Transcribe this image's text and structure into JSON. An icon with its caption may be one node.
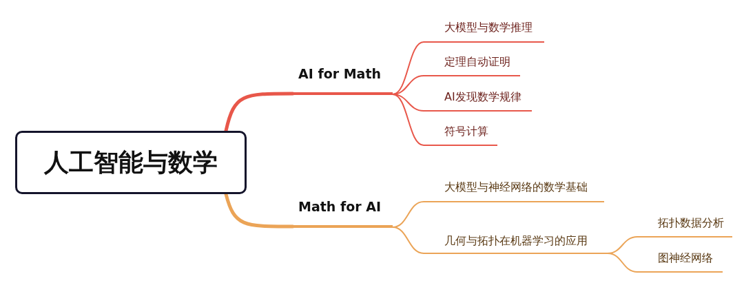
{
  "diagram": {
    "nodes": [
      {
        "text": [
          "人工智能与数学"
        ]
      },
      {
        "text": [
          "AI for Math"
        ]
      },
      {
        "text": [
          "大模型与数学推理"
        ]
      },
      {
        "text": [
          "定理自动证明"
        ]
      },
      {
        "text": [
          "AI发现数学规律"
        ]
      },
      {
        "text": [
          "符号计算"
        ]
      },
      {
        "text": [
          "Math for AI"
        ]
      },
      {
        "text": [
          "大模型与神经网络的数学基础"
        ]
      },
      {
        "text": [
          "几何与拓扑在机器学习的应用"
        ]
      },
      {
        "text": [
          "拓扑数据分析"
        ]
      },
      {
        "text": [
          "图神经网络"
        ]
      }
    ],
    "edges": [
      {
        "from": 0,
        "to": 1,
        "arrow": "none",
        "style": "thick",
        "color": "#e8574a"
      },
      {
        "from": 1,
        "to": 2,
        "arrow": "none",
        "color": "#e8574a"
      },
      {
        "from": 1,
        "to": 3,
        "arrow": "none",
        "color": "#e8574a"
      },
      {
        "from": 1,
        "to": 4,
        "arrow": "none",
        "color": "#e8574a"
      },
      {
        "from": 1,
        "to": 5,
        "arrow": "none",
        "color": "#e8574a"
      },
      {
        "from": 0,
        "to": 6,
        "arrow": "none",
        "style": "thick",
        "color": "#eba457"
      },
      {
        "from": 6,
        "to": 7,
        "arrow": "none",
        "color": "#eba457"
      },
      {
        "from": 6,
        "to": 8,
        "arrow": "none",
        "color": "#eba457"
      },
      {
        "from": 8,
        "to": 9,
        "arrow": "none",
        "color": "#eba457"
      },
      {
        "from": 8,
        "to": 10,
        "arrow": "none",
        "color": "#eba457"
      }
    ]
  }
}
